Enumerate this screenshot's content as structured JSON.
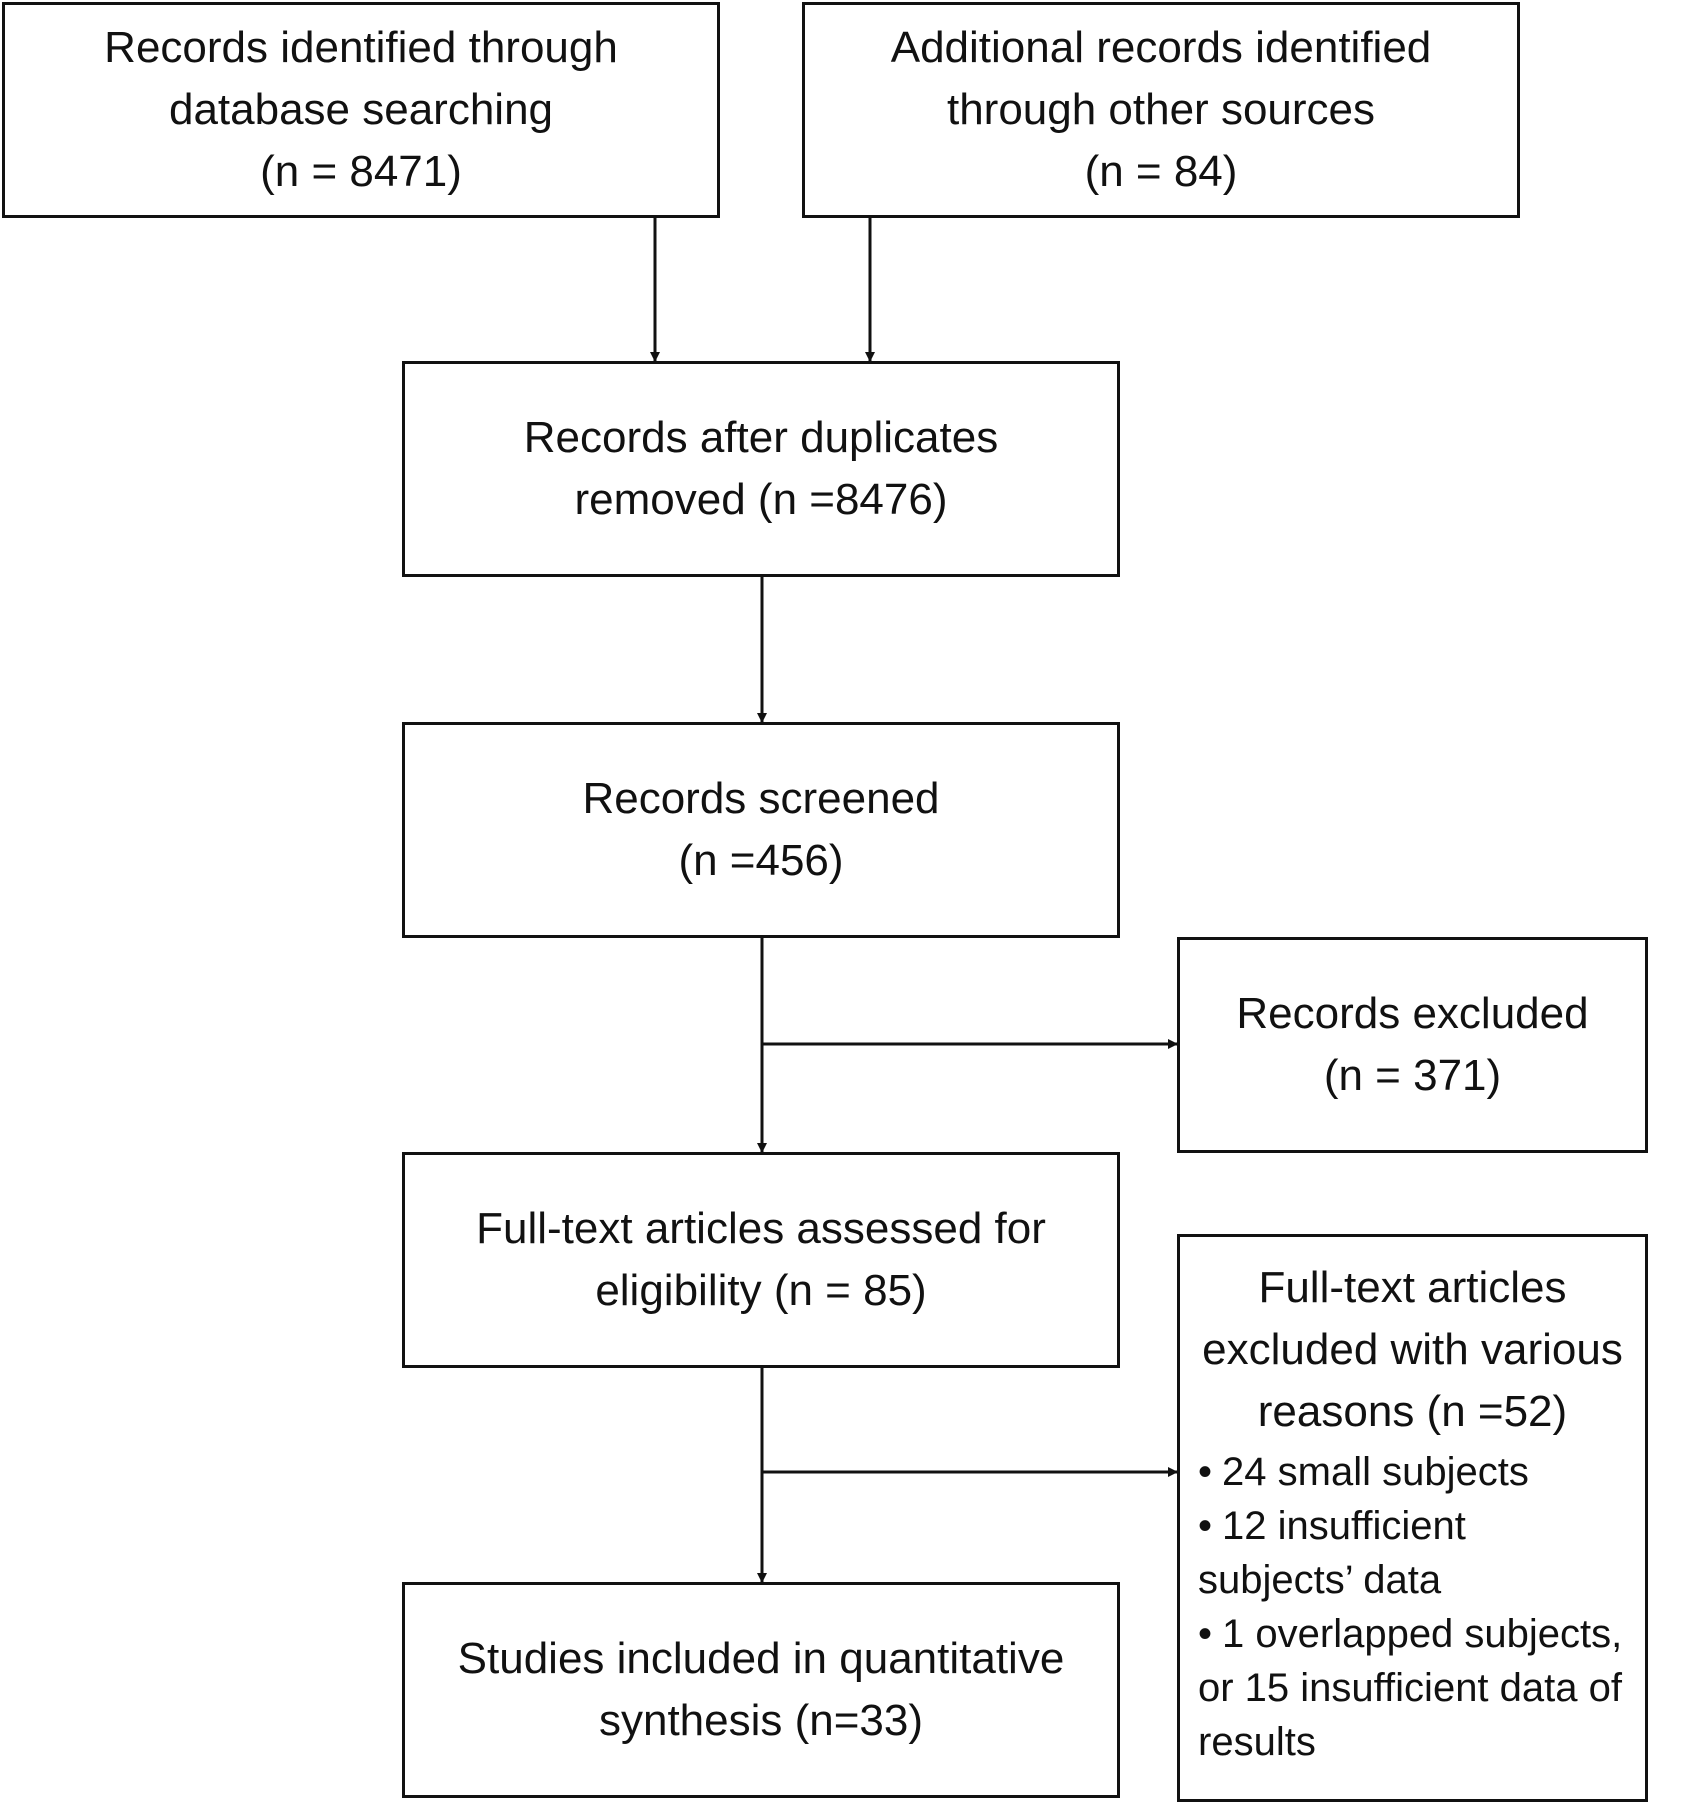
{
  "diagram": {
    "records_identified": {
      "lines": [
        "Records identified through",
        "database searching",
        "(n = 8471)"
      ]
    },
    "additional_records": {
      "lines": [
        "Additional records identified",
        "through other sources",
        "(n = 84)"
      ]
    },
    "after_duplicates": {
      "lines": [
        "Records after duplicates",
        "removed (n =8476)"
      ]
    },
    "screened": {
      "lines": [
        "Records screened",
        "(n =456)"
      ]
    },
    "excluded": {
      "lines": [
        "Records excluded",
        "(n = 371)"
      ]
    },
    "fulltext_assessed": {
      "lines": [
        "Full-text articles assessed for",
        "eligibility (n = 85)"
      ]
    },
    "fulltext_excluded": {
      "title_lines": [
        "Full-text articles",
        "excluded with various",
        "reasons (n =52)"
      ],
      "bullet": "•",
      "reasons": [
        [
          "24 small subjects"
        ],
        [
          "12 insufficient",
          "subjects’ data"
        ],
        [
          "1 overlapped subjects,",
          "or 15 insufficient data of",
          "results"
        ]
      ]
    },
    "included": {
      "lines": [
        "Studies included in quantitative",
        "synthesis (n=33)"
      ]
    },
    "colors": {
      "stroke": "#111111",
      "background": "#ffffff"
    }
  }
}
